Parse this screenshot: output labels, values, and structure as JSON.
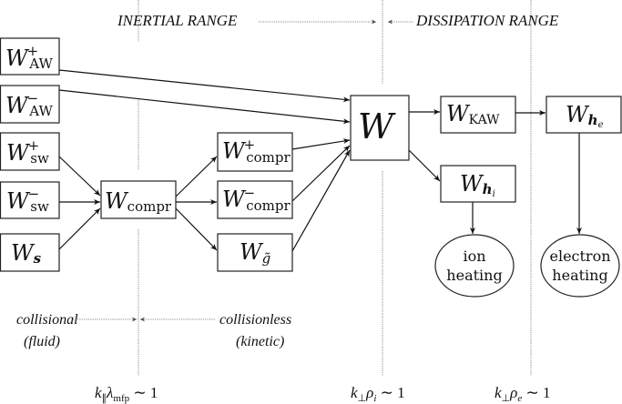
{
  "headers": {
    "inertial": "INERTIAL RANGE",
    "dissipation": "DISSIPATION RANGE"
  },
  "nodes": {
    "w_aw_plus": {
      "base": "W",
      "sup": "+",
      "sub": "AW"
    },
    "w_aw_minus": {
      "base": "W",
      "sup": "−",
      "sub": "AW"
    },
    "w_sw_plus": {
      "base": "W",
      "sup": "+",
      "sub": "sw"
    },
    "w_sw_minus": {
      "base": "W",
      "sup": "−",
      "sub": "sw"
    },
    "w_s": {
      "base": "W",
      "sub": "s"
    },
    "w_compr": {
      "base": "W",
      "sub": "compr"
    },
    "w_compr_plus": {
      "base": "W",
      "sup": "+",
      "sub": "compr"
    },
    "w_compr_minus": {
      "base": "W",
      "sup": "−",
      "sub": "compr"
    },
    "w_g": {
      "base": "W",
      "sub": "g̃"
    },
    "w": {
      "base": "W"
    },
    "w_kaw": {
      "base": "W",
      "sub": "KAW"
    },
    "w_hi": {
      "base": "W",
      "sub": "h",
      "subsub": "i"
    },
    "w_he": {
      "base": "W",
      "sub": "h",
      "subsub": "e"
    },
    "ion_heating": {
      "line1": "ion",
      "line2": "heating"
    },
    "electron_heating": {
      "line1": "electron",
      "line2": "heating"
    }
  },
  "notes": {
    "collisional": "collisional",
    "fluid": "(fluid)",
    "collisionless": "collisionless",
    "kinetic": "(kinetic)"
  },
  "scales": {
    "mfp": {
      "k": "k",
      "ksub": "∥",
      "mid": "λ",
      "midsub": "mfp",
      "rest": " ∼ 1"
    },
    "rho_i": {
      "k": "k",
      "ksub": "⊥",
      "mid": "ρ",
      "midsub": "i",
      "rest": " ∼ 1"
    },
    "rho_e": {
      "k": "k",
      "ksub": "⊥",
      "mid": "ρ",
      "midsub": "e",
      "rest": " ∼ 1"
    }
  },
  "edges": [
    [
      "w_aw_plus",
      "w"
    ],
    [
      "w_aw_minus",
      "w"
    ],
    [
      "w_sw_plus",
      "w_compr"
    ],
    [
      "w_sw_minus",
      "w_compr"
    ],
    [
      "w_s",
      "w_compr"
    ],
    [
      "w_compr",
      "w_compr_plus"
    ],
    [
      "w_compr",
      "w_compr_minus"
    ],
    [
      "w_compr",
      "w_g"
    ],
    [
      "w_compr_plus",
      "w"
    ],
    [
      "w_compr_minus",
      "w"
    ],
    [
      "w_g",
      "w"
    ],
    [
      "w",
      "w_kaw"
    ],
    [
      "w",
      "w_hi"
    ],
    [
      "w_kaw",
      "w_he"
    ],
    [
      "w_hi",
      "ion_heating"
    ],
    [
      "w_he",
      "electron_heating"
    ]
  ]
}
